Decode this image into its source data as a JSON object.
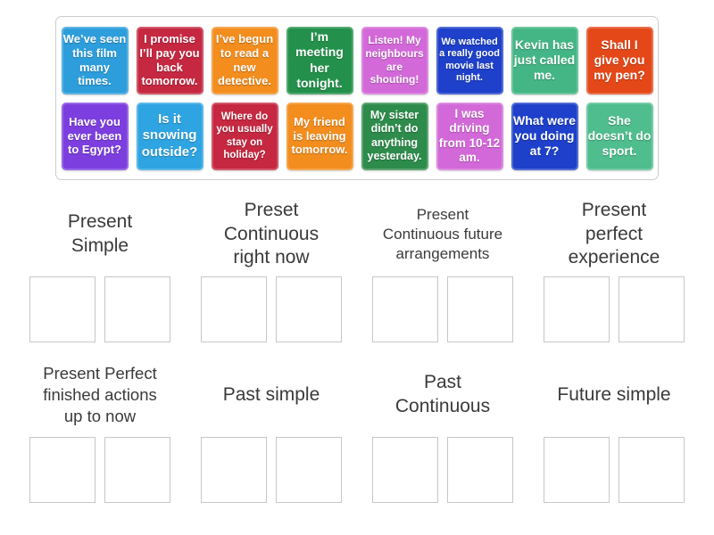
{
  "page": {
    "background": "#ffffff",
    "text_color": "#3a3a3a"
  },
  "pool": {
    "rows": [
      [
        {
          "text": "We’ve seen this film many times.",
          "color": "#2d9edb",
          "font_size": 13
        },
        {
          "text": "I promise I’ll pay you back tomorrow.",
          "color": "#c52840",
          "font_size": 13
        },
        {
          "text": "I’ve begun to read a new detective.",
          "color": "#f28d1e",
          "font_size": 13
        },
        {
          "text": "I’m meeting her tonight.",
          "color": "#23914b",
          "font_size": 14
        },
        {
          "text": "Listen! My neighbours are shouting!",
          "color": "#d369d9",
          "font_size": 12
        },
        {
          "text": "We watched a really good movie last night.",
          "color": "#1e40ca",
          "font_size": 11
        },
        {
          "text": "Kevin has just called me.",
          "color": "#44b685",
          "font_size": 14
        },
        {
          "text": "Shall I give you my pen?",
          "color": "#e44819",
          "font_size": 14
        }
      ],
      [
        {
          "text": "Have you ever been to Egypt?",
          "color": "#7d3ee0",
          "font_size": 13
        },
        {
          "text": "Is it snowing outside?",
          "color": "#2ea4e2",
          "font_size": 15
        },
        {
          "text": "Where do you usually stay on holiday?",
          "color": "#c52840",
          "font_size": 11.5
        },
        {
          "text": "My friend is leaving tomorrow.",
          "color": "#f28d1e",
          "font_size": 13
        },
        {
          "text": "My sister didn’t do anything yesterday.",
          "color": "#2d8c4b",
          "font_size": 12.5
        },
        {
          "text": "I was driving from 10-12 am.",
          "color": "#d369d9",
          "font_size": 13.5
        },
        {
          "text": "What were you doing at 7?",
          "color": "#1e40ca",
          "font_size": 14
        },
        {
          "text": "She doesn’t do sport.",
          "color": "#4fbd8e",
          "font_size": 14
        }
      ]
    ]
  },
  "groups": [
    {
      "label": "Present\nSimple",
      "font_size": 21,
      "box_count": 2
    },
    {
      "label": "Preset\nContinuous\nright now",
      "font_size": 21,
      "box_count": 2
    },
    {
      "label": "Present\nContinuous future\narrangements",
      "font_size": 17,
      "box_count": 2
    },
    {
      "label": "Present\nperfect\nexperience",
      "font_size": 21,
      "box_count": 2
    },
    {
      "label": "Present Perfect\nfinished actions\nup to now",
      "font_size": 18.5,
      "box_count": 2
    },
    {
      "label": "Past simple",
      "font_size": 21,
      "box_count": 2
    },
    {
      "label": "Past\nContinuous",
      "font_size": 21,
      "box_count": 2
    },
    {
      "label": "Future simple",
      "font_size": 21,
      "box_count": 2
    }
  ]
}
